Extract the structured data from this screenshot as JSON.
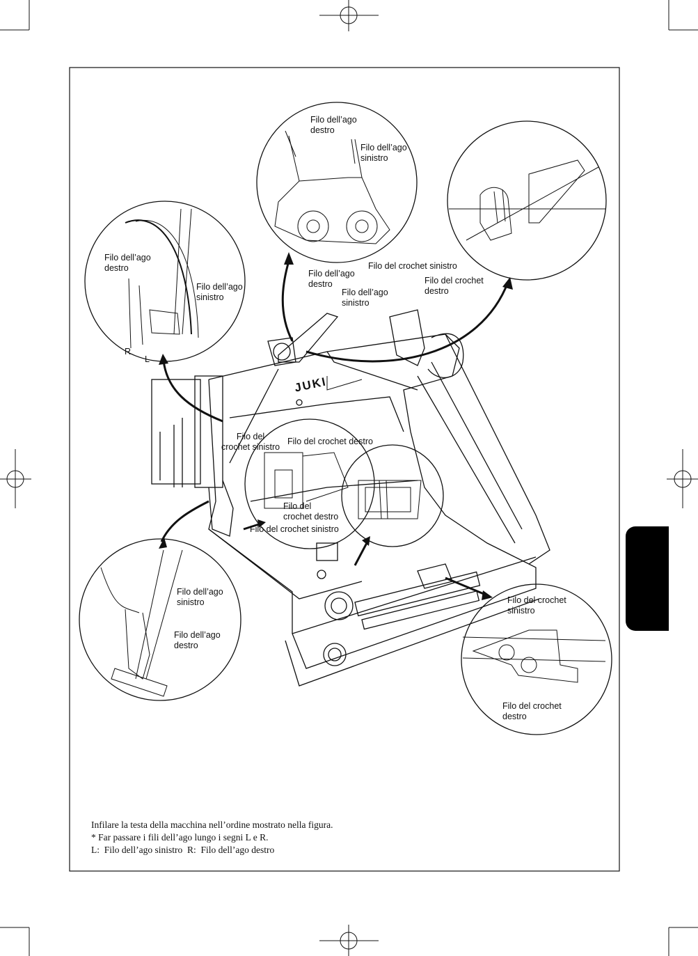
{
  "labels": {
    "top_needle_right": "Filo dell’ago\ndestro",
    "top_needle_left": "Filo dell’ago\nsinistro",
    "left_needle_right": "Filo dell’ago\ndestro",
    "left_needle_left": "Filo dell’ago\nsinistro",
    "mark_r": "R",
    "mark_l": "L",
    "arm_needle_right": "Filo dell’ago\ndestro",
    "arm_needle_left": "Filo dell’ago\nsinistro",
    "arm_crochet_left": "Filo del crochet sinistro",
    "arm_crochet_right": "Filo del crochet\ndestro",
    "head_crochet_left": "Filo del\ncrochet sinistro",
    "head_crochet_right": "Filo del crochet destro",
    "base_crochet_right": "Filo del\ncrochet destro",
    "base_crochet_left": "Filo del crochet sinistro",
    "bottom_needle_left": "Filo dell’ago\nsinistro",
    "bottom_needle_right": "Filo dell’ago\ndestro",
    "looper_crochet_left": "Filo del crochet\nsinistro",
    "looper_crochet_right": "Filo del crochet\ndestro",
    "brand": "JUKI"
  },
  "caption": {
    "line1": "Infilare la testa della macchina nell’ordine mostrato nella figura.",
    "line2": "* Far passare i fili dell’ago lungo i segni L e R.",
    "line3": "L:  Filo dell’ago sinistro  R:  Filo dell’ago destro"
  }
}
